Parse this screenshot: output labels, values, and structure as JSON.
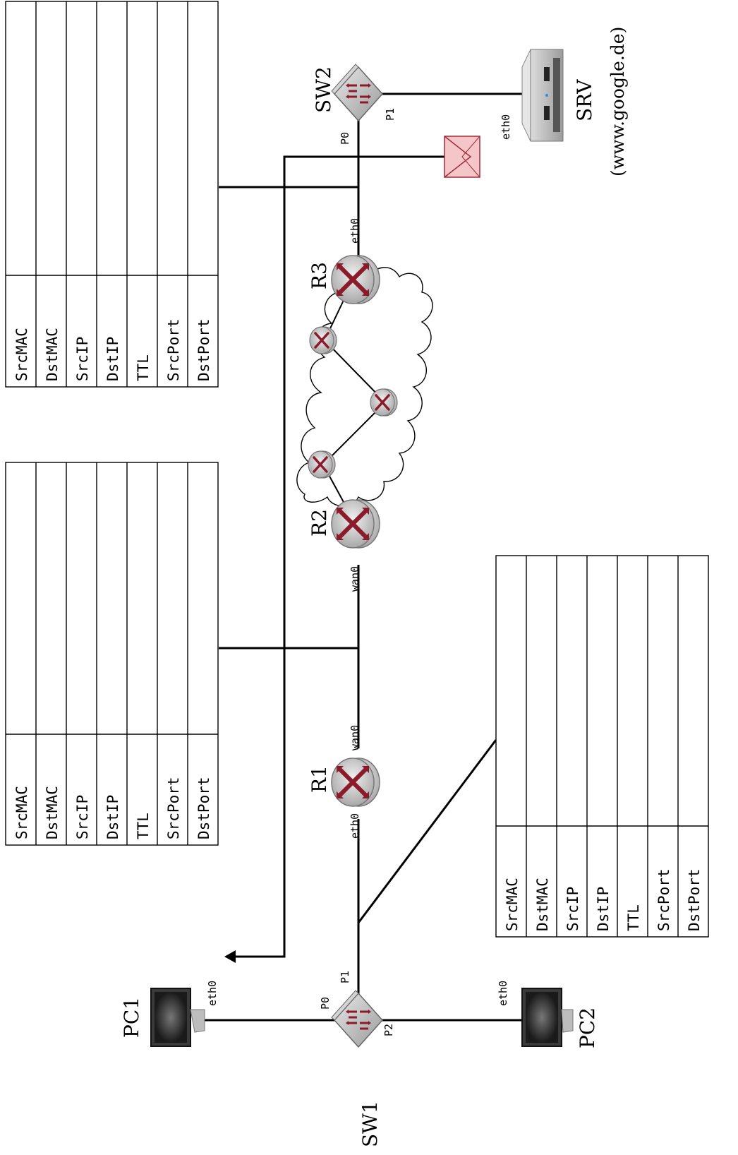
{
  "devices": {
    "pc1": {
      "name": "PC1",
      "port": "eth0"
    },
    "pc2": {
      "name": "PC2",
      "port": "eth0"
    },
    "sw1": {
      "name": "SW1",
      "ports": [
        "P0",
        "P1",
        "P2"
      ]
    },
    "sw2": {
      "name": "SW2",
      "ports": [
        "P0",
        "P1"
      ]
    },
    "r1": {
      "name": "R1",
      "ports": [
        "eth0",
        "wan0"
      ]
    },
    "r2": {
      "name": "R2",
      "ports": [
        "wan0"
      ]
    },
    "r3": {
      "name": "R3",
      "ports": [
        "eth0"
      ]
    },
    "srv": {
      "name": "SRV",
      "subtitle": "(www.google.de)",
      "port": "eth0"
    }
  },
  "tables": [
    {
      "id": "table-top",
      "fields": [
        "SrcMAC",
        "DstMAC",
        "SrcIP",
        "DstIP",
        "TTL",
        "SrcPort",
        "DstPort"
      ]
    },
    {
      "id": "table-middle",
      "fields": [
        "SrcMAC",
        "DstMAC",
        "SrcIP",
        "DstIP",
        "TTL",
        "SrcPort",
        "DstPort"
      ]
    },
    {
      "id": "table-bottom",
      "fields": [
        "SrcMAC",
        "DstMAC",
        "SrcIP",
        "DstIP",
        "TTL",
        "SrcPort",
        "DstPort"
      ]
    }
  ],
  "colors": {
    "router_body": "#c9c9c9",
    "router_arrow": "#8b1a2a",
    "monitor": "#2a2a2a",
    "envelope_fill": "#f4c6c8",
    "envelope_stroke": "#a3283a"
  },
  "icons": [
    "switch-icon",
    "router-icon",
    "monitor-icon",
    "server-icon",
    "envelope-icon",
    "cloud-icon"
  ]
}
